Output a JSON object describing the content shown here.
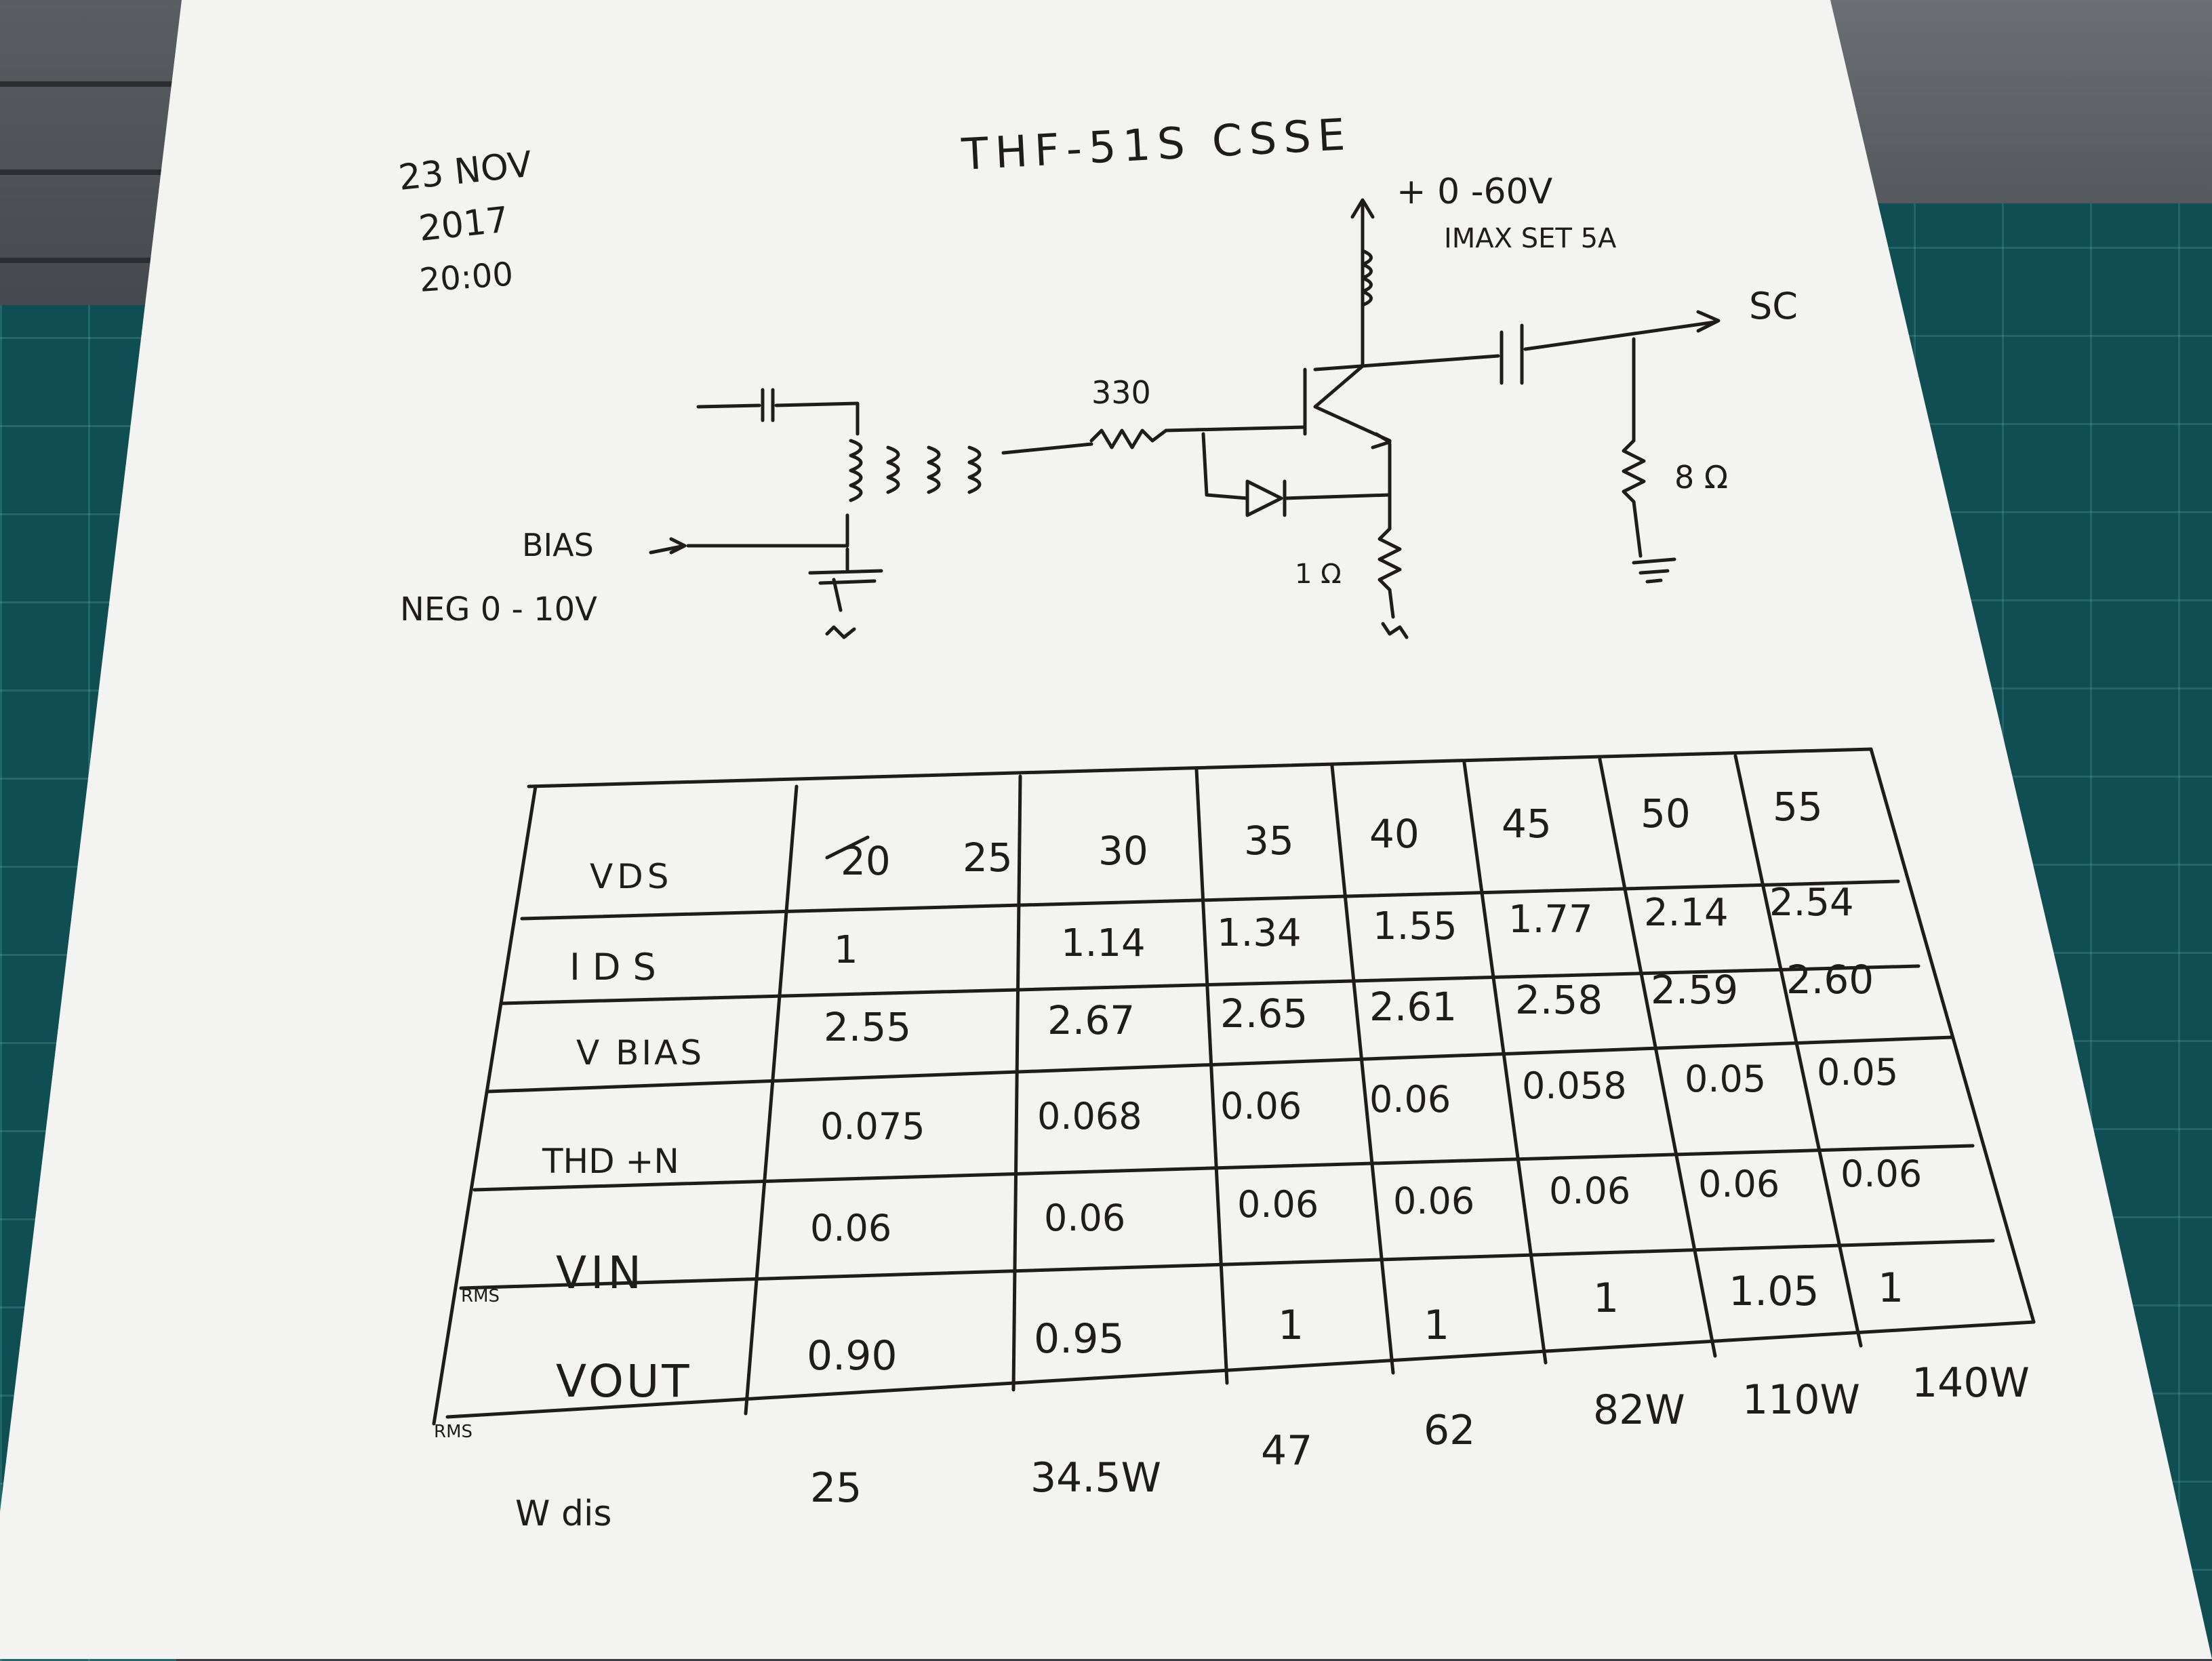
{
  "header": {
    "date_line1": "23 NOV",
    "date_line2": "2017",
    "time": "20:00",
    "title": "THF-51S CSSE"
  },
  "schematic": {
    "supply_label": "+ 0 -60V",
    "imax_label": "IMAX SET 5A",
    "output_label": "SC",
    "gate_resistor": "330",
    "load_resistor": "8 Ω",
    "source_resistor": "1 Ω",
    "bias_label": "BIAS",
    "bias_range": "NEG 0 - 10V"
  },
  "table": {
    "row_headers": [
      "VDS",
      "IDS",
      "V BIAS",
      "THD +N",
      "VIN",
      "VOUT"
    ],
    "vin_rms_prefix": "RMS",
    "vout_rms_prefix": "RMS",
    "struck_value": "20",
    "vds": [
      "25",
      "30",
      "35",
      "40",
      "45",
      "50",
      "55"
    ],
    "ids": [
      "1",
      "1.14",
      "1.34",
      "1.55",
      "1.77",
      "2.14",
      "2.54"
    ],
    "vbias": [
      "2.55",
      "2.67",
      "2.65",
      "2.61",
      "2.58",
      "2.59",
      "2.60"
    ],
    "thd_n": [
      "0.075",
      "0.068",
      "0.06",
      "0.06",
      "0.058",
      "0.05",
      "0.05"
    ],
    "vin": [
      "0.06",
      "0.06",
      "0.06",
      "0.06",
      "0.06",
      "0.06",
      "0.06"
    ],
    "vout": [
      "0.90",
      "0.95",
      "1",
      "1",
      "1",
      "1.05",
      "1"
    ]
  },
  "dissipation": {
    "label": "W dis",
    "values": [
      "25",
      "34.5W",
      "47",
      "62",
      "82W",
      "110W",
      "140W"
    ]
  }
}
